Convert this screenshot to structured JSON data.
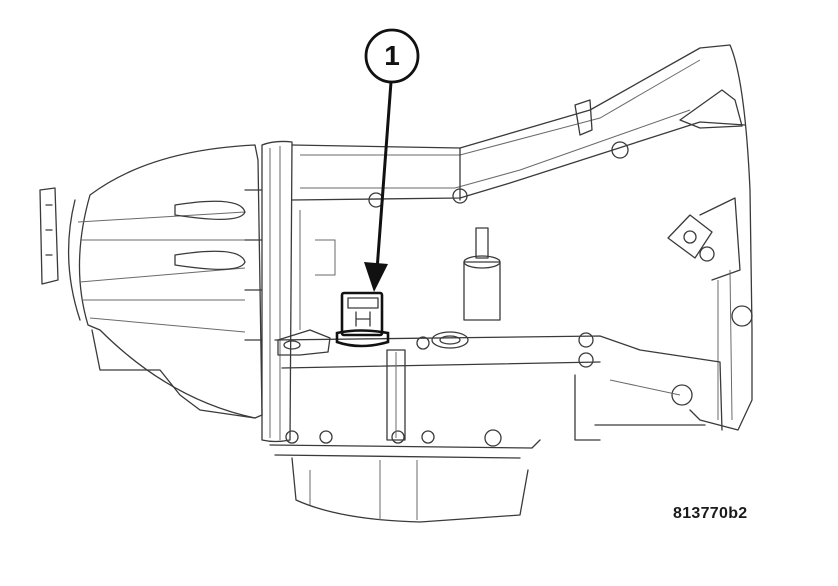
{
  "diagram": {
    "subject": "Automatic transmission assembly with sensor on valve body area",
    "callouts": [
      {
        "number": "1",
        "target": "transmission-sensor-connector"
      }
    ],
    "figure_id": "813770b2",
    "colors": {
      "line": "#3a3a3a",
      "callout": "#111111",
      "background": "#ffffff"
    }
  }
}
